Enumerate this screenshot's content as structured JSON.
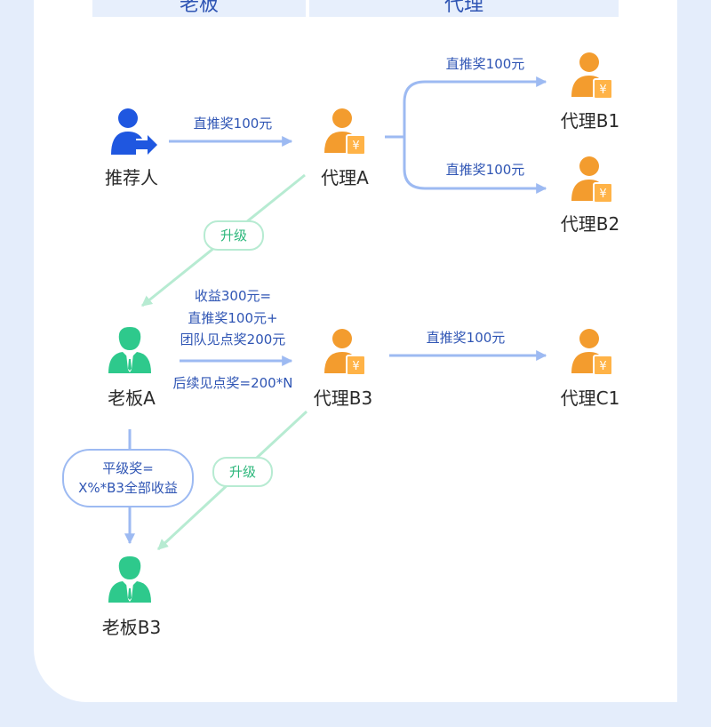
{
  "header": {
    "left_label": "老板",
    "right_label": "代理"
  },
  "nodes": {
    "referrer": "推荐人",
    "agent_a": "代理A",
    "agent_b1": "代理B1",
    "agent_b2": "代理B2",
    "boss_a": "老板A",
    "agent_b3": "代理B3",
    "agent_c1": "代理C1",
    "boss_b3": "老板B3"
  },
  "edges": {
    "referrer_to_a": "直推奖100元",
    "a_to_b1": "直推奖100元",
    "a_to_b2": "直推奖100元",
    "upgrade_a": "升级",
    "boss_a_income_1": "收益300元=",
    "boss_a_income_2": "直推奖100元+",
    "boss_a_income_3": "团队见点奖200元",
    "boss_a_followup": "后续见点奖=200*N",
    "b3_to_c1": "直推奖100元",
    "upgrade_b3": "升级",
    "peer_bonus_1": "平级奖=",
    "peer_bonus_2": "X%*B3全部收益"
  },
  "icons": {
    "referrer": "user-share-icon",
    "agent": "agent-money-icon",
    "boss": "boss-suit-icon"
  },
  "colors": {
    "background": "#e4edfb",
    "card": "#ffffff",
    "label_blue": "#2f55b4",
    "arrow_blue": "#9dbaf2",
    "arrow_green": "#b7ebd2",
    "green_text": "#2bb77b",
    "referrer_blue": "#1f57e0",
    "agent_orange": "#f39c2e",
    "boss_green": "#2ec98c"
  }
}
